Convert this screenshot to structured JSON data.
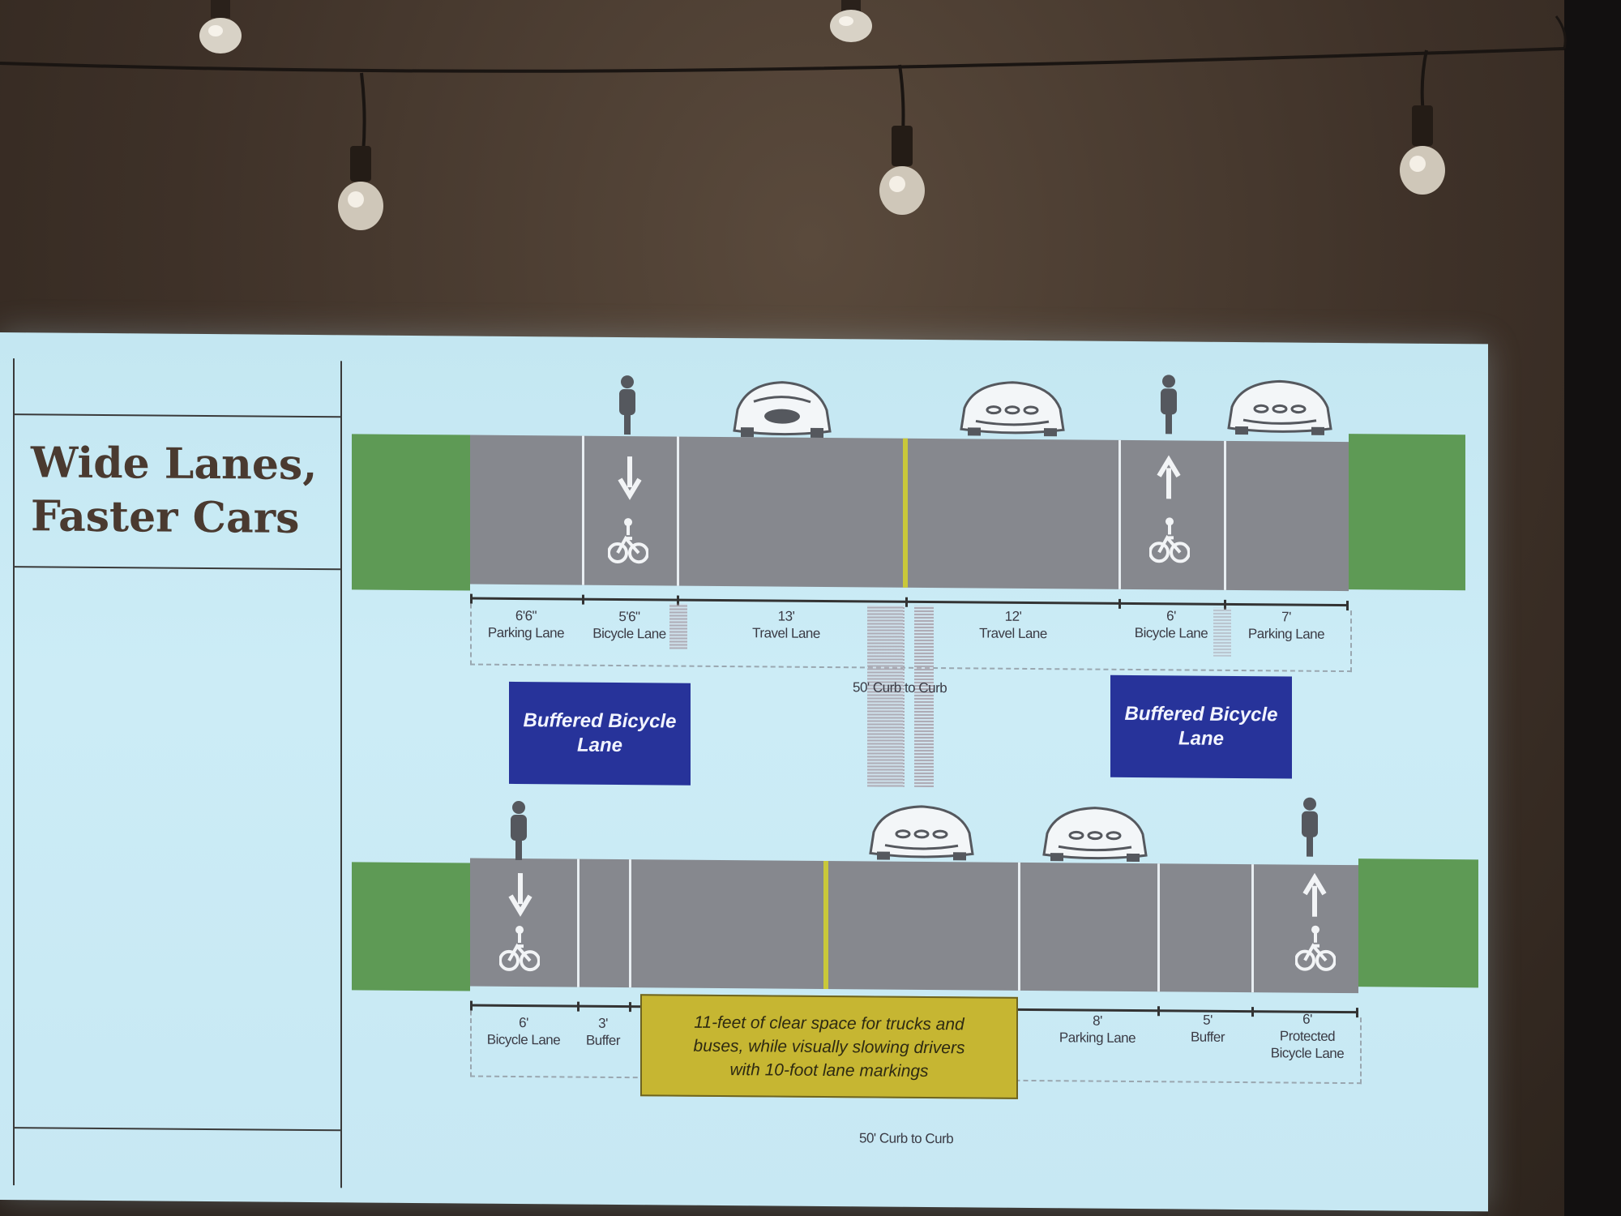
{
  "slide": {
    "title": "Wide Lanes,\nFaster Cars",
    "top_section": {
      "lanes": [
        {
          "width": "6'6\"",
          "name": "Parking Lane"
        },
        {
          "width": "5'6\"",
          "name": "Bicycle Lane"
        },
        {
          "width": "13'",
          "name": "Travel Lane"
        },
        {
          "width": "12'",
          "name": "Travel Lane"
        },
        {
          "width": "6'",
          "name": "Bicycle Lane"
        },
        {
          "width": "7'",
          "name": "Parking Lane"
        }
      ],
      "curb_to_curb": "50' Curb to Curb"
    },
    "callouts": {
      "left": "Buffered Bicycle\nLane",
      "right": "Buffered Bicycle\nLane",
      "yellow": "11-feet of clear space for trucks and\nbuses, while visually slowing drivers\nwith 10-foot lane markings"
    },
    "bottom_section": {
      "lanes": [
        {
          "width": "6'",
          "name": "Bicycle Lane"
        },
        {
          "width": "3'",
          "name": "Buffer"
        },
        {
          "width": "8'",
          "name": "Parking Lane"
        },
        {
          "width": "5'",
          "name": "Buffer"
        },
        {
          "width": "6'",
          "name": "Protected\nBicycle Lane"
        }
      ],
      "curb_to_curb": "50' Curb to Curb"
    }
  },
  "colors": {
    "grass": "#5e9a55",
    "road": "#86888e",
    "callout_blue": "#27339a",
    "callout_yellow": "#c6b632",
    "center_line": "#c9c83a",
    "screen": "#c8e9f4"
  },
  "icons": [
    "string-light-bulb-icon",
    "car-icon",
    "cyclist-icon",
    "bicycle-marking-icon",
    "arrow-down-icon",
    "arrow-up-icon"
  ]
}
